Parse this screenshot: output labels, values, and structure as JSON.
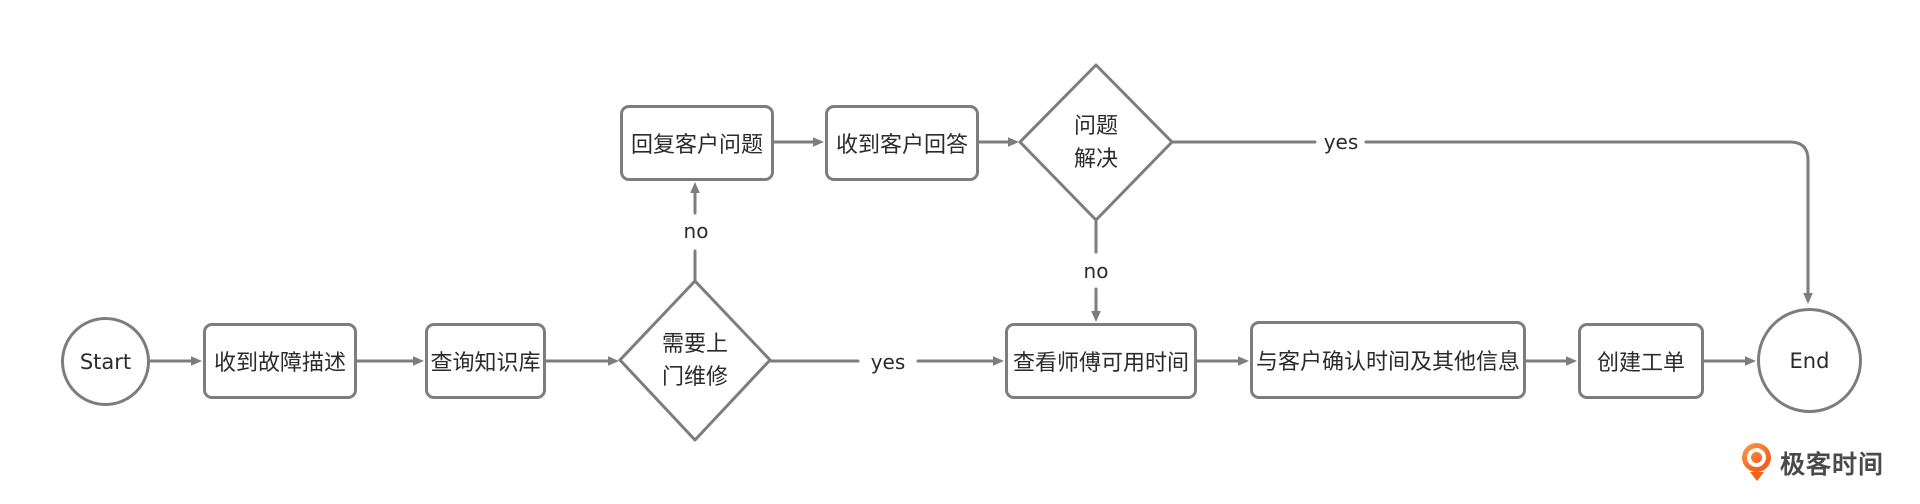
{
  "flowchart": {
    "colors": {
      "background": "#ffffff",
      "stroke": "#7d7d7d",
      "text": "#2b2b2b",
      "logo_orange": "#f4611f",
      "logo_text_color": "#4a4a4a"
    },
    "nodes": {
      "start": {
        "label": "Start"
      },
      "receive_fault_description": {
        "label": "收到故障描述"
      },
      "query_knowledge_base": {
        "label": "查询知识库"
      },
      "need_onsite_repair": {
        "lines": [
          "需要上",
          "门维修"
        ]
      },
      "reply_customer_question": {
        "label": "回复客户问题"
      },
      "receive_customer_answer": {
        "label": "收到客户回答"
      },
      "problem_solved": {
        "lines": [
          "问题",
          "解决"
        ]
      },
      "check_technician_available_time": {
        "label": "查看师傅可用时间"
      },
      "confirm_time_and_other_info": {
        "label": "与客户确认时间及其他信息"
      },
      "create_work_order": {
        "label": "创建工单"
      },
      "end": {
        "label": "End"
      }
    },
    "edge_labels": {
      "need_onsite_yes": "yes",
      "need_onsite_no": "no",
      "problem_solved_yes": "yes",
      "problem_solved_no": "no"
    },
    "logo": {
      "text": "极客时间"
    }
  }
}
